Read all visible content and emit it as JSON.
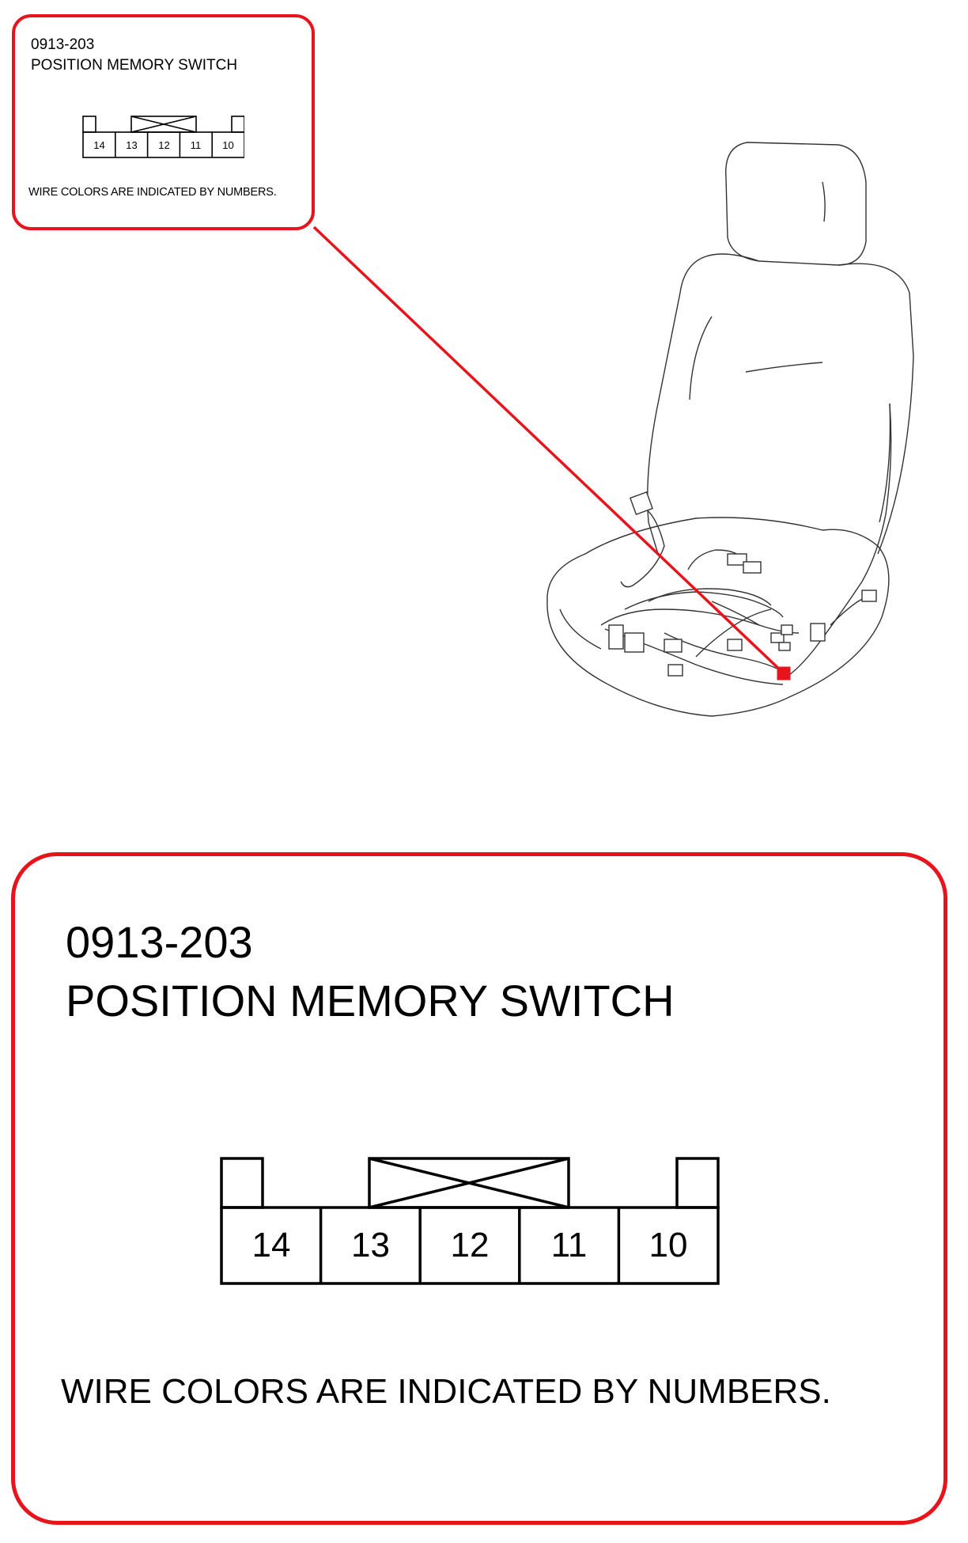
{
  "connector": {
    "code": "0913-203",
    "name": "POSITION MEMORY SWITCH",
    "pins": [
      "14",
      "13",
      "12",
      "11",
      "10"
    ],
    "note": "WIRE COLORS ARE INDICATED BY NUMBERS."
  },
  "colors": {
    "callout": "#e8141c",
    "line": "#000000",
    "seat": "#333333"
  }
}
